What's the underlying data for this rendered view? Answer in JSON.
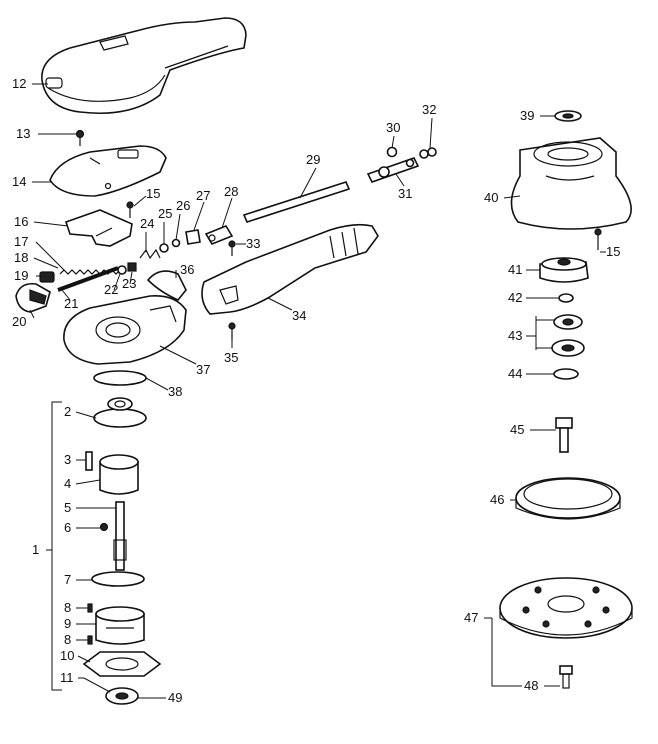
{
  "diagram": {
    "part_labels": [
      "1",
      "2",
      "3",
      "4",
      "5",
      "6",
      "7",
      "8",
      "9",
      "8",
      "10",
      "11",
      "49",
      "12",
      "13",
      "14",
      "15",
      "16",
      "17",
      "18",
      "19",
      "20",
      "21",
      "22",
      "23",
      "24",
      "25",
      "26",
      "27",
      "28",
      "29",
      "30",
      "31",
      "32",
      "33",
      "34",
      "35",
      "36",
      "37",
      "38",
      "39",
      "40",
      "15",
      "41",
      "42",
      "43",
      "44",
      "45",
      "46",
      "47",
      "48"
    ]
  }
}
